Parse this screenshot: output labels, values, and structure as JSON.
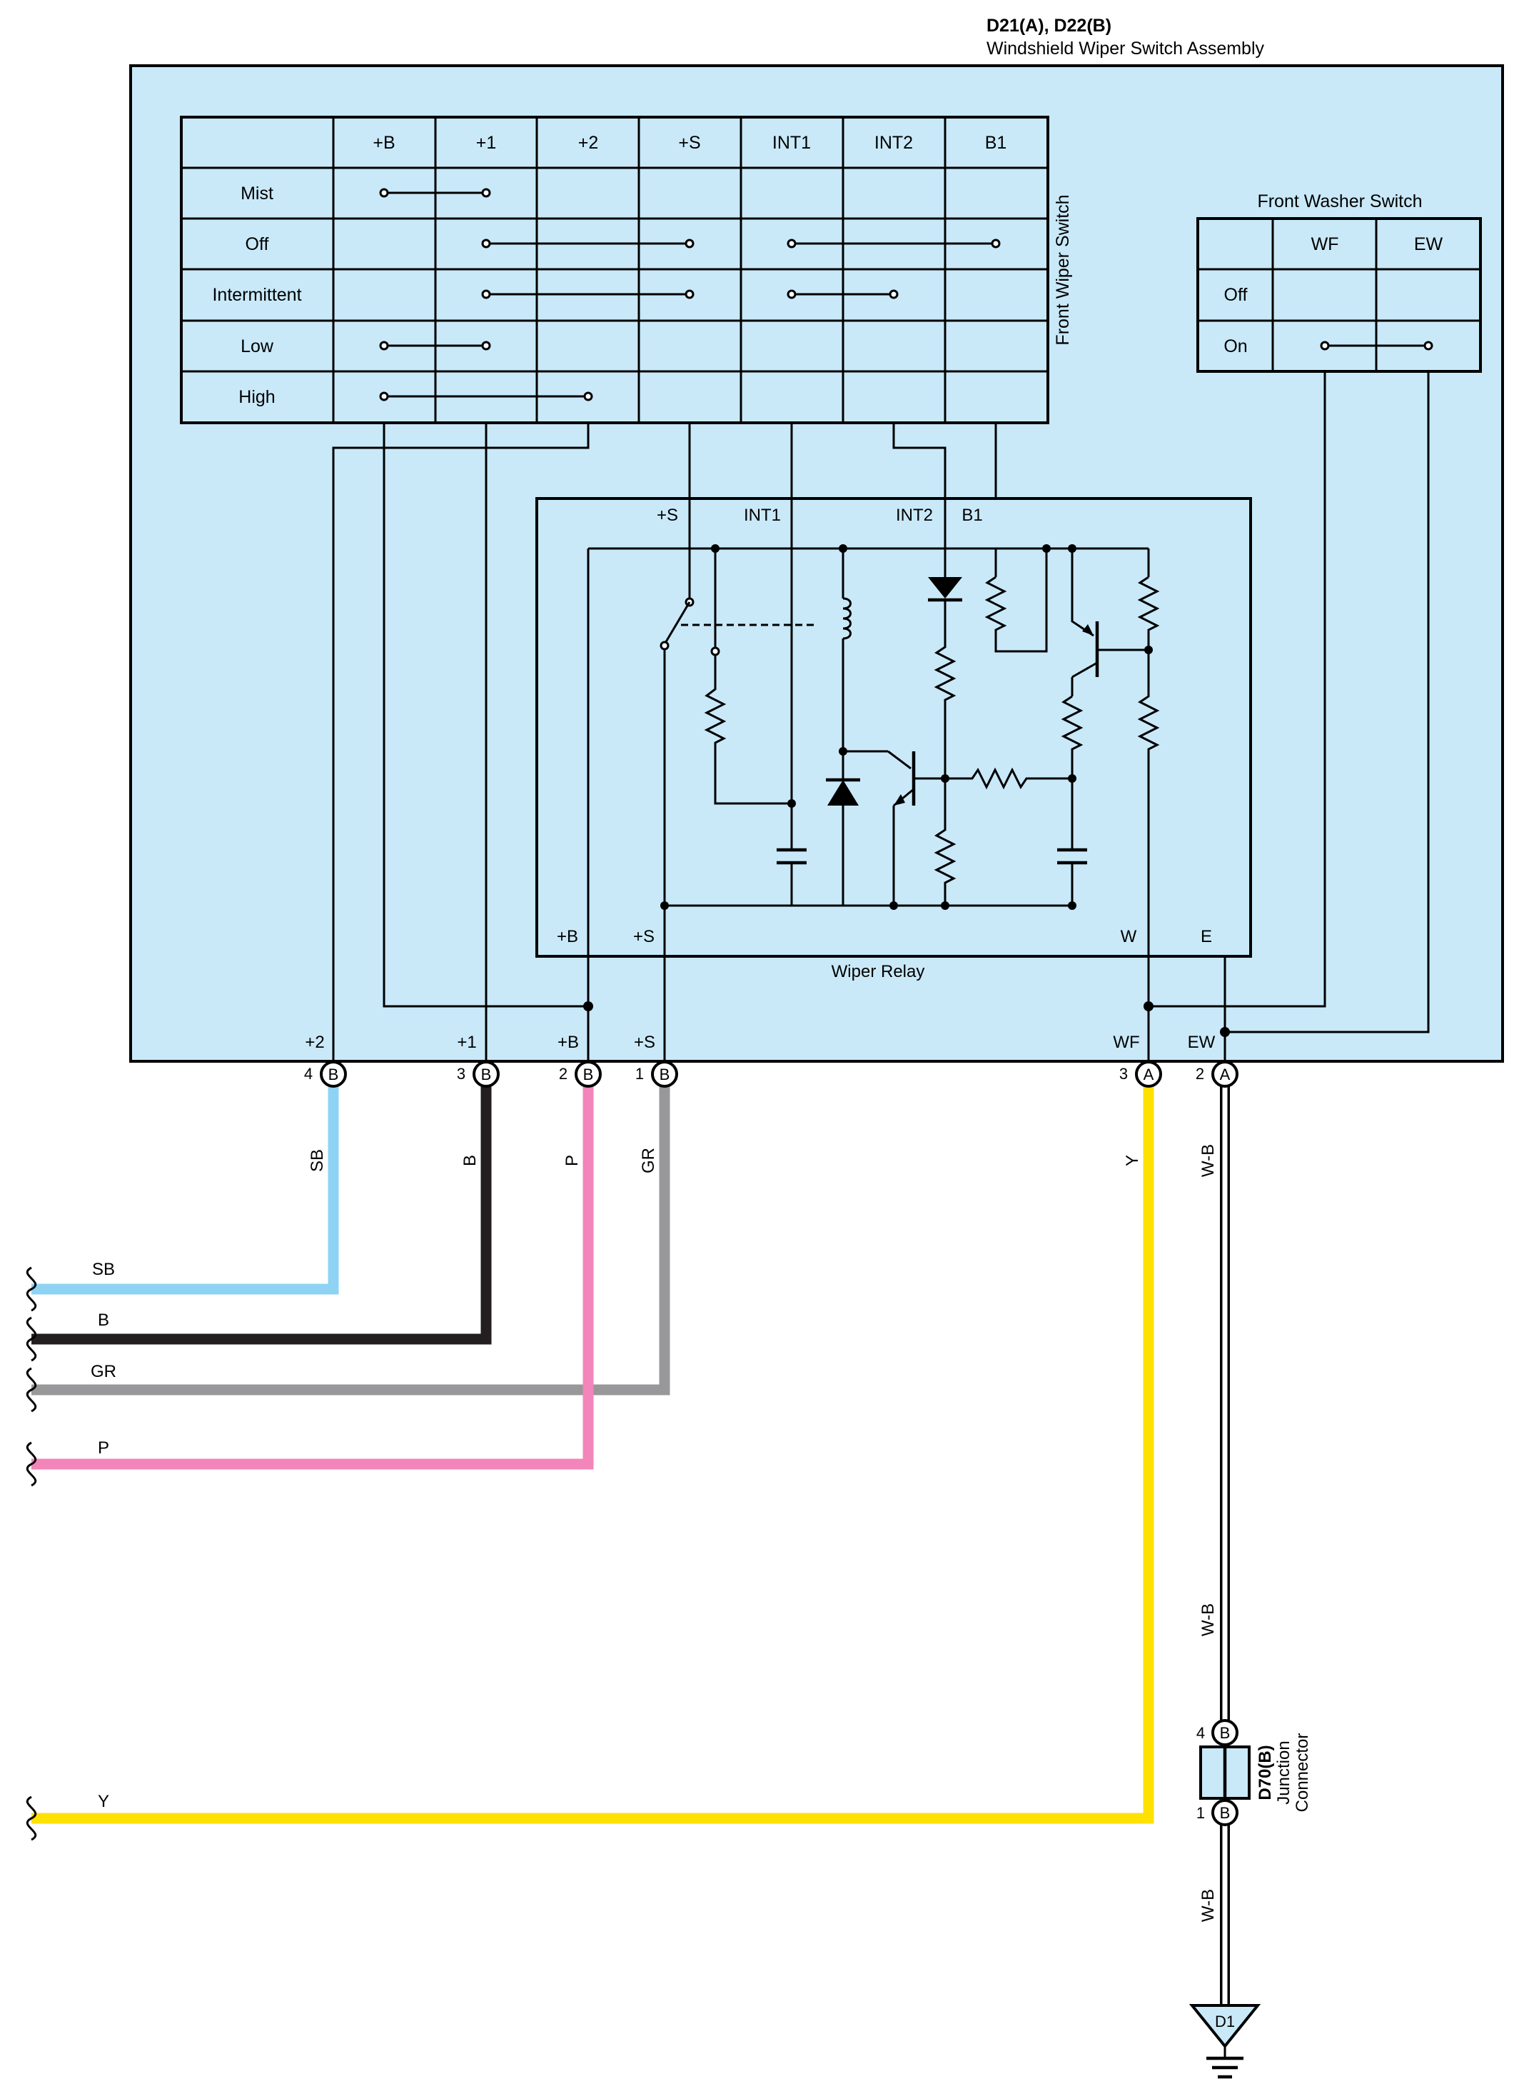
{
  "assembly": {
    "id": "D21(A), D22(B)",
    "name": "Windshield Wiper Switch Assembly"
  },
  "wiper_switch": {
    "title": "Front Wiper Switch",
    "columns": [
      "+B",
      "+1",
      "+2",
      "+S",
      "INT1",
      "INT2",
      "B1"
    ],
    "rows": [
      "Mist",
      "Off",
      "Intermittent",
      "Low",
      "High"
    ],
    "connections": [
      {
        "row": "Mist",
        "from": "+B",
        "to": "+1"
      },
      {
        "row": "Off",
        "from": "+1",
        "to": "+S"
      },
      {
        "row": "Off",
        "from": "INT1",
        "to": "B1"
      },
      {
        "row": "Intermittent",
        "from": "+1",
        "to": "+S"
      },
      {
        "row": "Intermittent",
        "from": "INT1",
        "to": "INT2"
      },
      {
        "row": "Low",
        "from": "+B",
        "to": "+1"
      },
      {
        "row": "High",
        "from": "+B",
        "to": "+2"
      }
    ]
  },
  "washer_switch": {
    "title": "Front Washer Switch",
    "columns": [
      "WF",
      "EW"
    ],
    "rows": [
      "Off",
      "On"
    ],
    "connections": [
      {
        "row": "On",
        "from": "WF",
        "to": "EW"
      }
    ]
  },
  "relay": {
    "name": "Wiper Relay",
    "top_labels": [
      "+S",
      "INT1",
      "INT2",
      "B1"
    ],
    "bottom_labels": [
      "+B",
      "+S",
      "W",
      "E"
    ]
  },
  "terminals": [
    {
      "name": "+2",
      "pin": "4",
      "conn": "B",
      "wire": "SB",
      "color": "#8fd3f4"
    },
    {
      "name": "+1",
      "pin": "3",
      "conn": "B",
      "wire": "B",
      "color": "#231f20"
    },
    {
      "name": "+B",
      "pin": "2",
      "conn": "B",
      "wire": "P",
      "color": "#f285b9"
    },
    {
      "name": "+S",
      "pin": "1",
      "conn": "B",
      "wire": "GR",
      "color": "#98989a"
    },
    {
      "name": "WF",
      "pin": "3",
      "conn": "A",
      "wire": "Y",
      "color": "#ffe100"
    },
    {
      "name": "EW",
      "pin": "2",
      "conn": "A",
      "wire": "W-B",
      "color": "#ffffff"
    }
  ],
  "left_wires": [
    "SB",
    "B",
    "GR",
    "P",
    "Y"
  ],
  "junction": {
    "id": "D70(B)",
    "line1": "Junction",
    "line2": "Connector",
    "pin_top": "4",
    "pin_bottom": "1",
    "conn": "B",
    "wire_top": "W-B",
    "wire_bottom": "W-B"
  },
  "ground": {
    "id": "D1"
  },
  "colors": {
    "panel": "#c9e9f9",
    "outline": "#000000"
  }
}
